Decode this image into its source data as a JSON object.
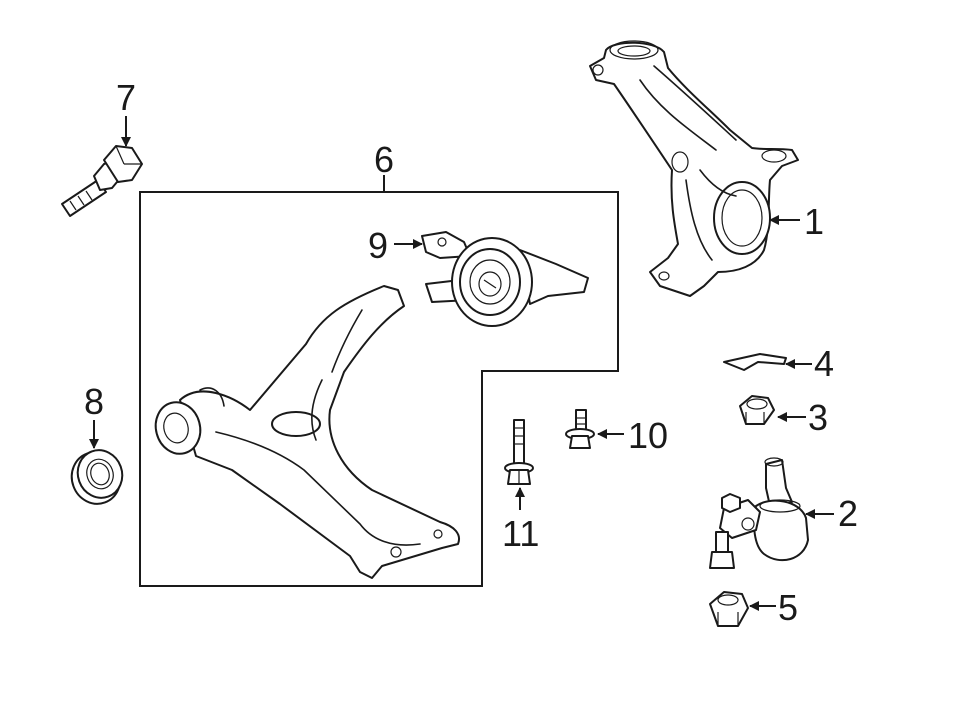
{
  "callouts": {
    "c1": "1",
    "c2": "2",
    "c3": "3",
    "c4": "4",
    "c5": "5",
    "c6": "6",
    "c7": "7",
    "c8": "8",
    "c9": "9",
    "c10": "10",
    "c11": "11"
  },
  "parts": [
    {
      "callout": "1",
      "icon": "steering-knuckle-icon"
    },
    {
      "callout": "2",
      "icon": "ball-joint-icon"
    },
    {
      "callout": "3",
      "icon": "nut-icon"
    },
    {
      "callout": "4",
      "icon": "cotter-pin-icon"
    },
    {
      "callout": "5",
      "icon": "flange-nut-icon"
    },
    {
      "callout": "6",
      "icon": "control-arm-assembly-frame"
    },
    {
      "callout": "7",
      "icon": "bolt-icon"
    },
    {
      "callout": "8",
      "icon": "seal-ring-icon"
    },
    {
      "callout": "9",
      "icon": "bushing-icon"
    },
    {
      "callout": "10",
      "icon": "short-bolt-icon"
    },
    {
      "callout": "11",
      "icon": "long-bolt-icon"
    }
  ],
  "colors": {
    "line": "#1a1a1a",
    "background": "#ffffff"
  }
}
